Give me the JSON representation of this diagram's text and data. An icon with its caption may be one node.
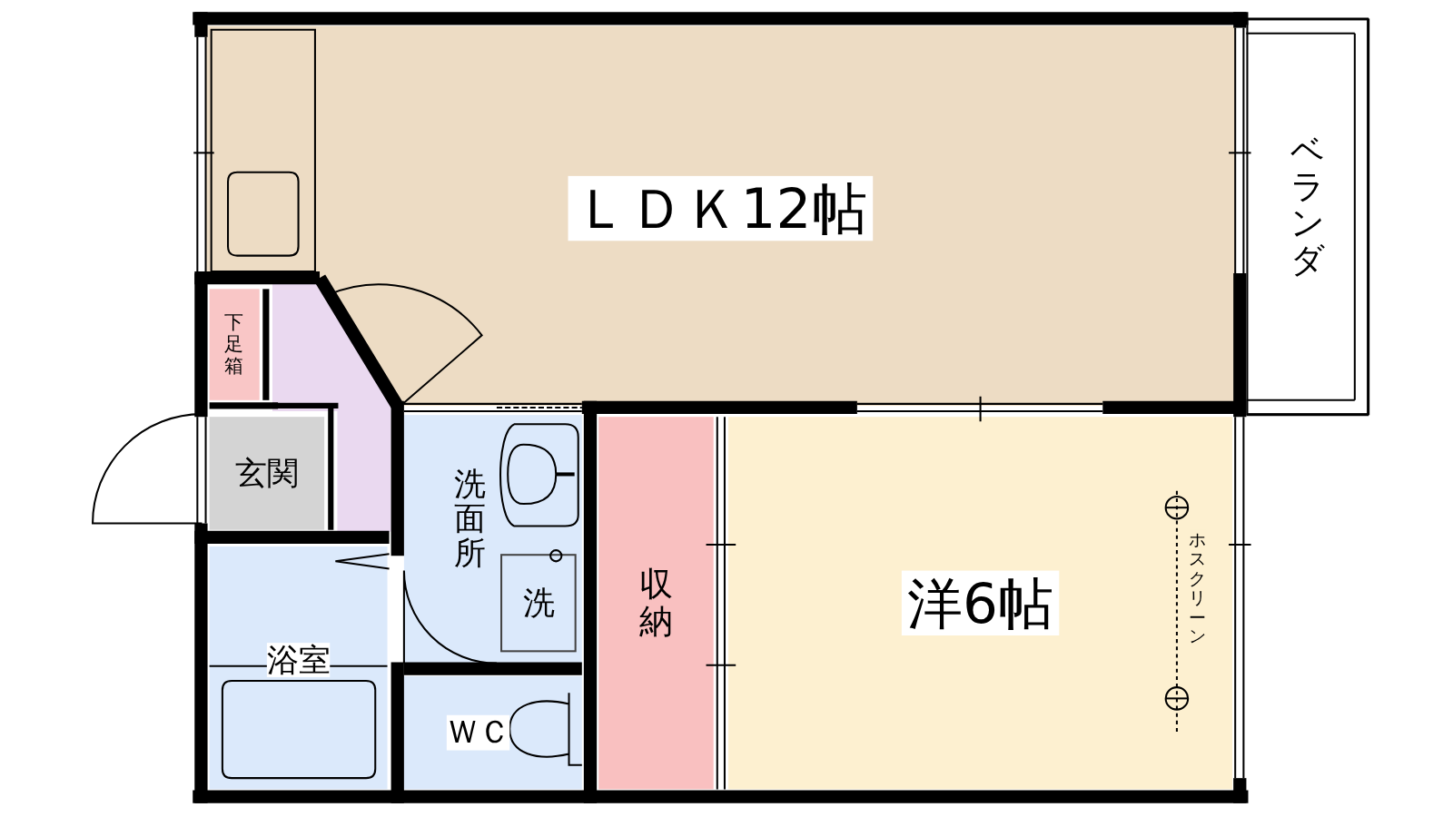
{
  "diagram": {
    "nodes": [
      {
        "text": [
          "ＬＤＫ12帖"
        ]
      },
      {
        "text": [
          "ベランダ"
        ]
      },
      {
        "text": [
          "下足箱"
        ]
      },
      {
        "text": [
          "玄関"
        ]
      },
      {
        "text": [
          "洗面所"
        ]
      },
      {
        "text": [
          "洗"
        ],
        "in": 4
      },
      {
        "text": [
          "浴室"
        ]
      },
      {
        "text": [
          "ＷＣ"
        ]
      },
      {
        "text": [
          "収納"
        ]
      },
      {
        "text": [
          "洋6帖"
        ]
      }
    ],
    "labels": [
      "ホスクリーン"
    ]
  }
}
